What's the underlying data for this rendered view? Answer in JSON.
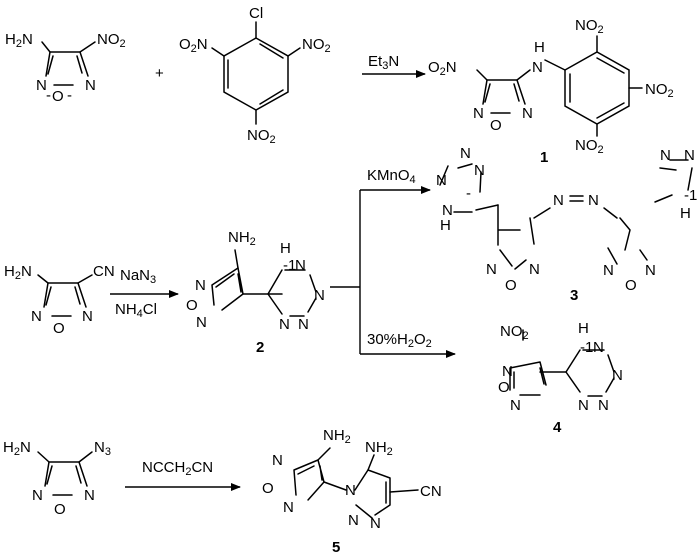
{
  "reactions": [
    {
      "reactants": [
        "4-amino-3-nitrofurazan",
        "picryl chloride"
      ],
      "plus": "+",
      "reagent": "Et3N",
      "product_number": "1"
    },
    {
      "reactant": "3-amino-4-cyanofurazan",
      "reagent_top": "NaN3",
      "reagent_bottom": "NH4Cl",
      "product_number": "2",
      "branch_top_reagent": "KMnO4",
      "branch_top_product_number": "3",
      "branch_bottom_reagent": "30%H2O2",
      "branch_bottom_product_number": "4"
    },
    {
      "reactant": "3-amino-4-azidofurazan",
      "reagent": "NCCH2CN",
      "product_number": "5"
    }
  ]
}
